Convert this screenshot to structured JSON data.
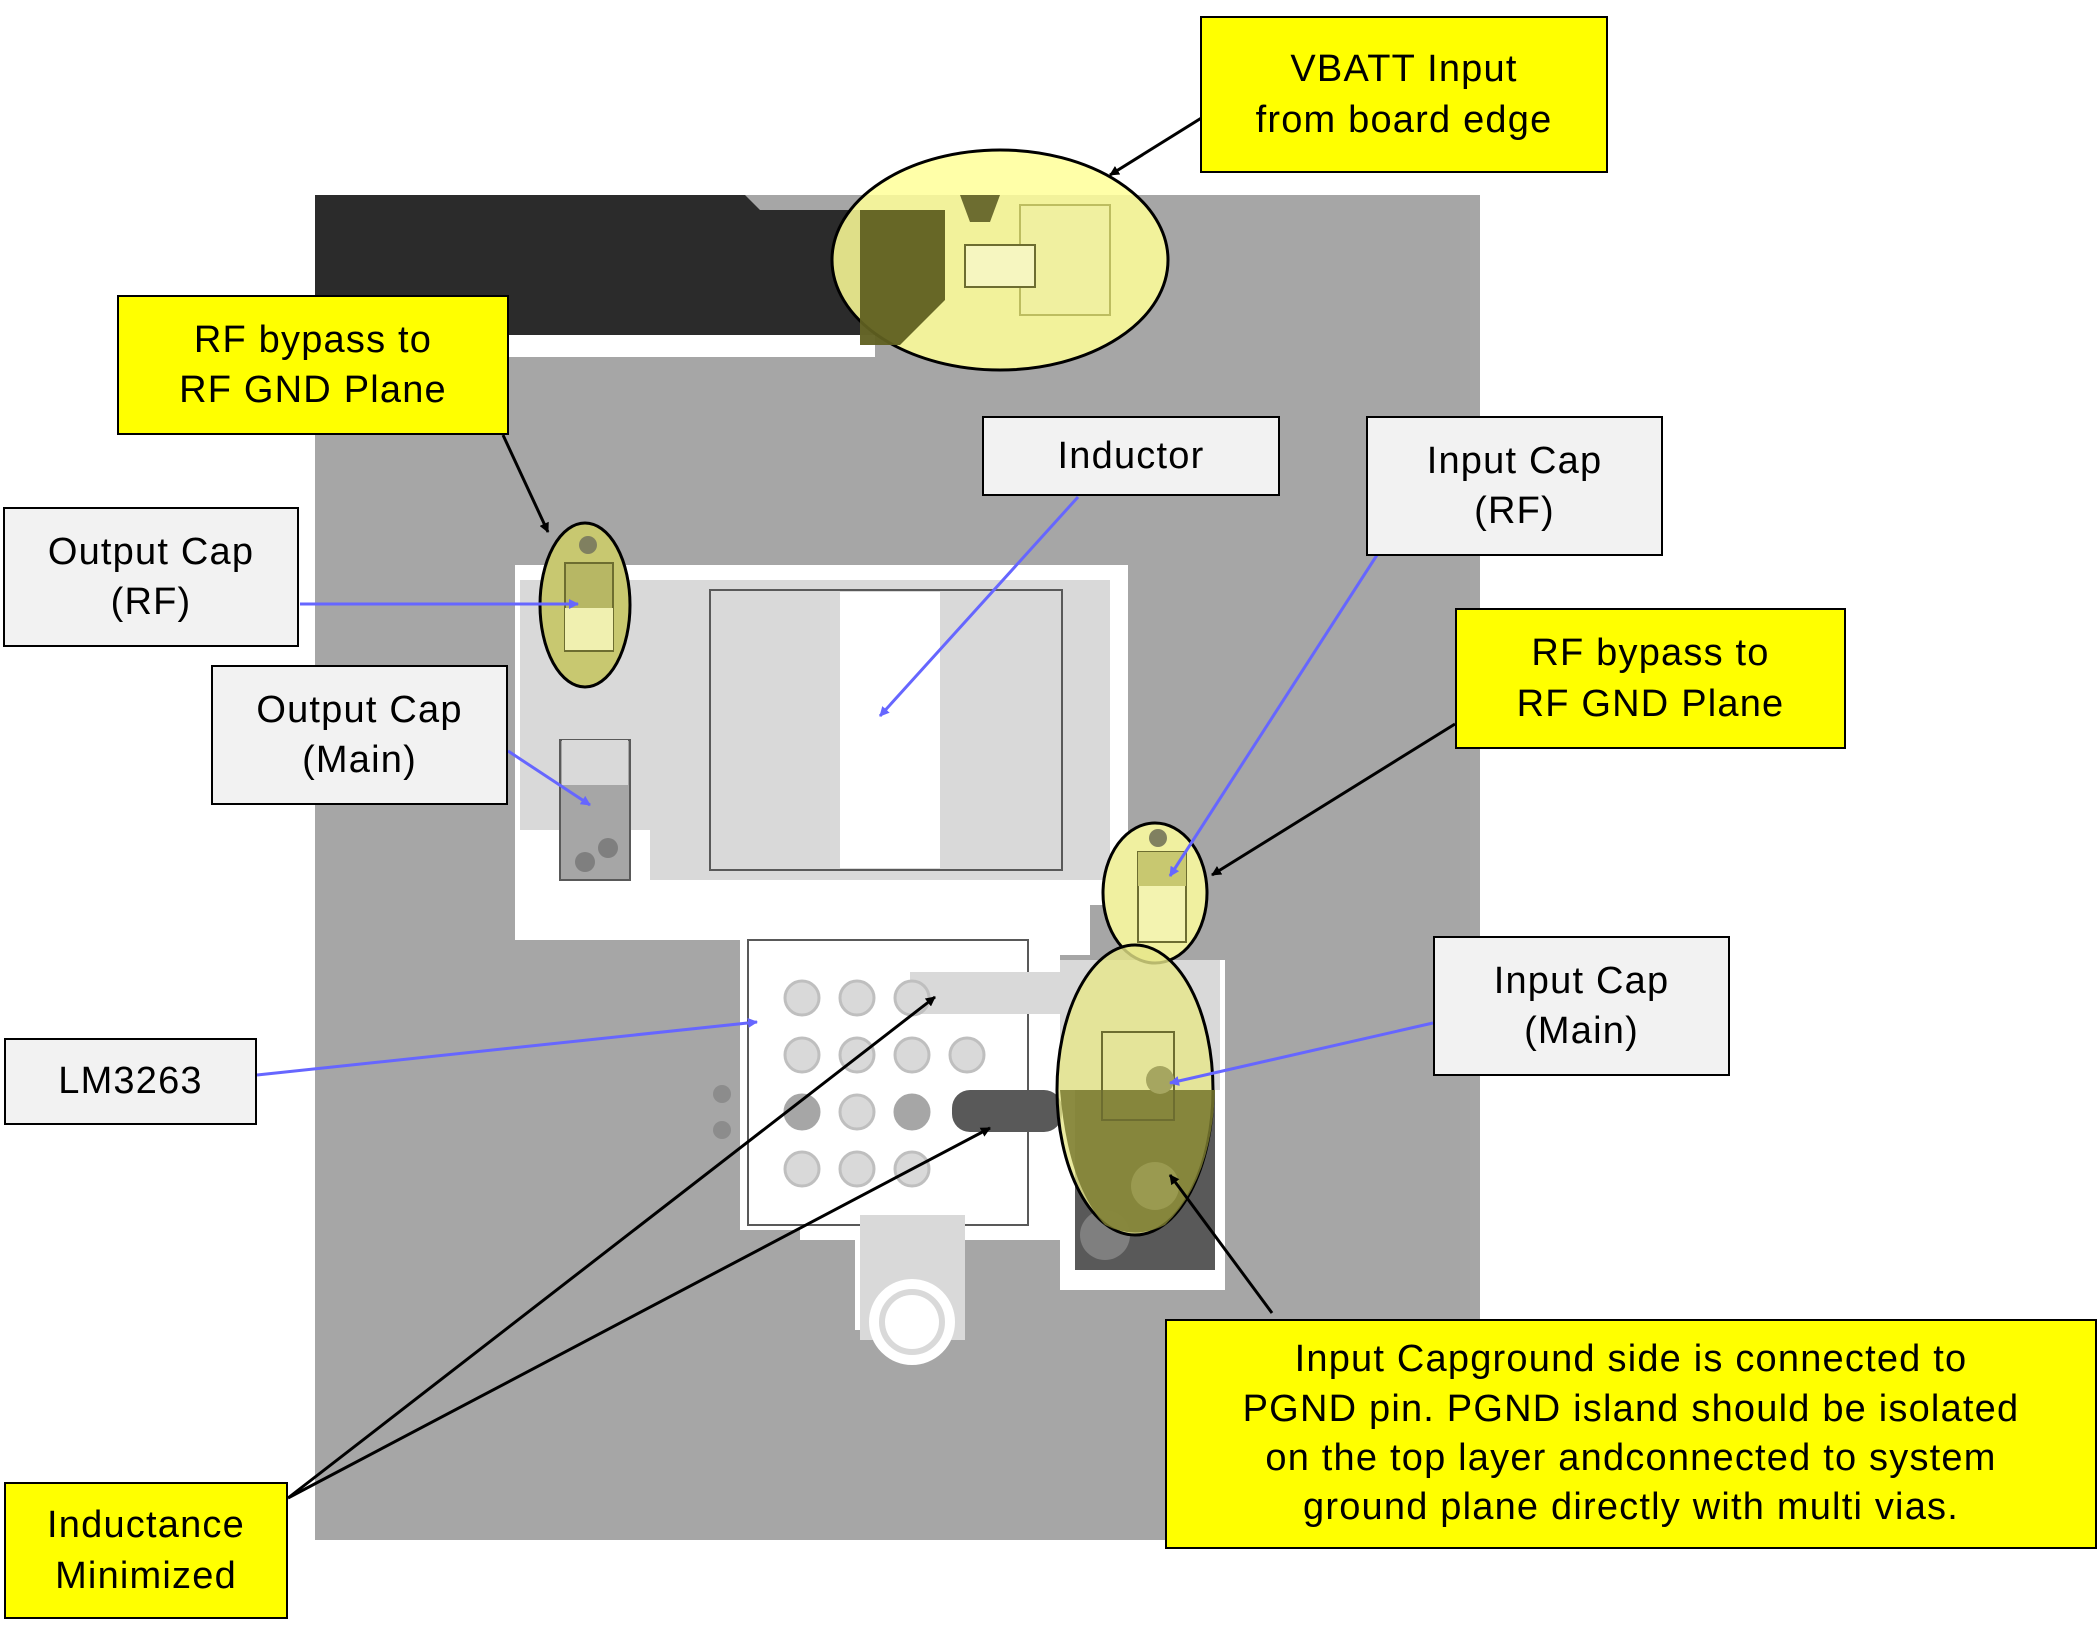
{
  "colors": {
    "callout_yellow": "#ffff00",
    "callout_gray": "#f2f2f2",
    "board_gray": "#a6a6a6",
    "trace_black": "#2b2b2b",
    "highlight_ellipse": "#ffff99",
    "blue_leader": "#6666ff"
  },
  "labels": {
    "vbatt": [
      "VBATT Input",
      "from board edge"
    ],
    "rf_bypass_left": [
      "RF bypass to",
      "RF GND Plane"
    ],
    "output_cap_rf": [
      "Output Cap",
      "(RF)"
    ],
    "output_cap_main": [
      "Output Cap",
      "(Main)"
    ],
    "inductor": [
      "Inductor"
    ],
    "input_cap_rf": [
      "Input Cap",
      "(RF)"
    ],
    "rf_bypass_right": [
      "RF bypass to",
      "RF GND Plane"
    ],
    "input_cap_main": [
      "Input Cap",
      "(Main)"
    ],
    "lm3263": [
      "LM3263"
    ],
    "input_cap_ground_note": [
      "Input Capground side is connected to",
      "PGND pin. PGND island should be isolated",
      "on the top layer andconnected to system",
      "ground plane directly with multi vias."
    ],
    "inductance_minimized": [
      "Inductance",
      "Minimized"
    ]
  }
}
